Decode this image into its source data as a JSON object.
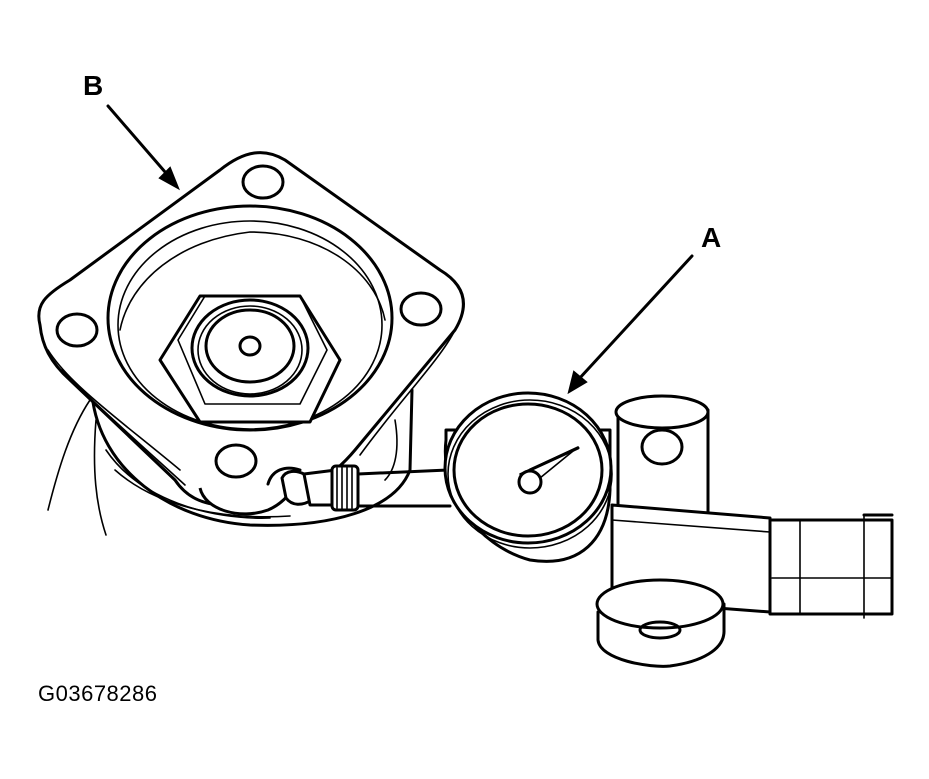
{
  "callouts": {
    "a": "A",
    "b": "B"
  },
  "figure_id": "G03678286"
}
